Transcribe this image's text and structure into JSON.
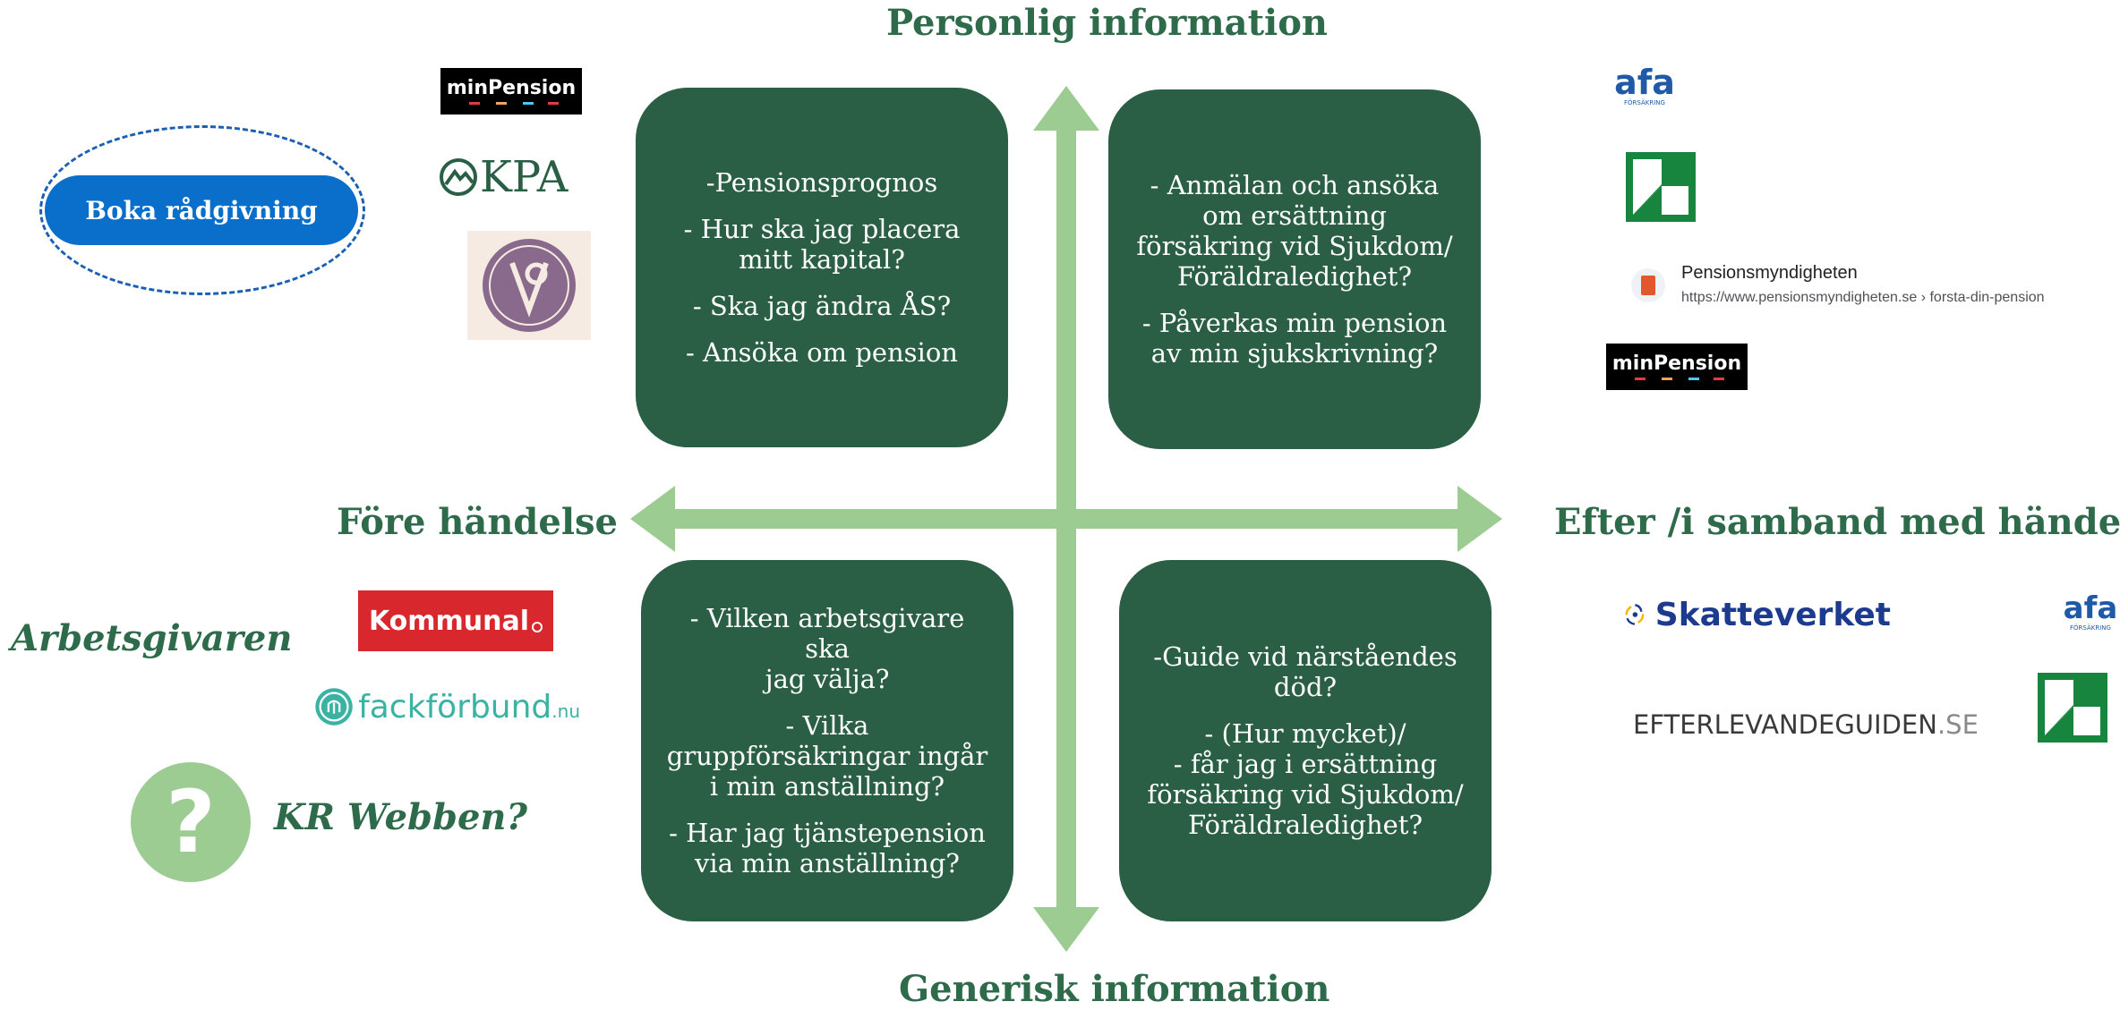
{
  "axes": {
    "top": "Personlig information",
    "bottom": "Generisk information",
    "left": "Före händelse",
    "right": "Efter /i samband med händelse"
  },
  "quadrants": {
    "top_left": [
      "-Pensionsprognos",
      "- Hur ska jag placera\nmitt kapital?",
      "- Ska jag ändra ÅS?",
      "- Ansöka om pension"
    ],
    "top_right": [
      "- Anmälan och ansöka\nom ersättning\nförsäkring vid Sjukdom/\nFöräldraledighet?",
      "- Påverkas min pension\nav min sjukskrivning?"
    ],
    "bottom_left": [
      "- Vilken arbetsgivare ska\njag välja?",
      "- Vilka\ngruppförsäkringar ingår\ni min anställning?",
      "- Har jag tjänstepension\nvia min anställning?"
    ],
    "bottom_right": [
      "-Guide vid närståendes\ndöd?",
      "- (Hur mycket)/\n-  får jag i  ersättning\nförsäkring vid Sjukdom/\nFöräldraledighet?"
    ]
  },
  "left_side": {
    "boka_button": "Boka rådgivning",
    "minpension_logo": "minPension",
    "kpa_logo": "KPA",
    "arbetsgivaren": "Arbetsgivaren",
    "kommunal_logo": "Kommunal",
    "fackforbund_logo": "fackförbund",
    "fackforbund_suffix": ".nu",
    "question_mark": "?",
    "kr_webben": "KR Webben?"
  },
  "right_side": {
    "afa_logo": "afa",
    "afa_sub": "FÖRSÄKRING",
    "search_result": {
      "title": "Pensionsmyndigheten",
      "url": "https://www.pensionsmyndigheten.se › forsta-din-pension"
    },
    "minpension_logo": "minPension",
    "skatteverket_logo": "Skatteverket",
    "efterlevande_main": "EFTERLEVANDEGUIDEN",
    "efterlevande_suffix": ".SE",
    "afa_logo_2": "afa",
    "afa_sub_2": "FÖRSÄKRING"
  },
  "colors": {
    "box_green": "#2a5f45",
    "arrow_green": "#9ccc91",
    "label_green": "#2e6b4b",
    "boka_blue": "#0a6fcb",
    "kommunal_red": "#d9272e",
    "fackforbund_teal": "#3bb3a3",
    "skatteverket_blue": "#1c3b8f",
    "afa_blue": "#1e5aa8"
  }
}
